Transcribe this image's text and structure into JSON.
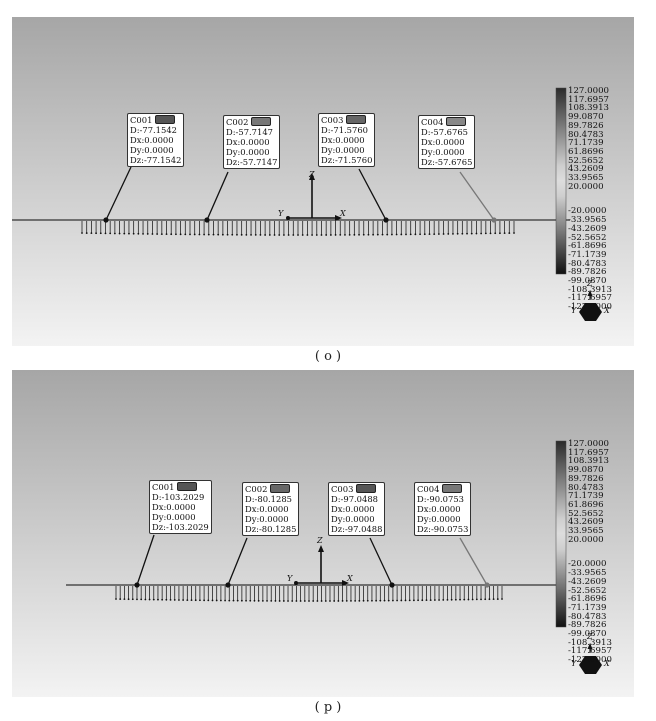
{
  "panels": [
    {
      "id": "o",
      "caption": "( o )",
      "axes": {
        "z": "Z",
        "y": "Y",
        "x": "X"
      },
      "triad": {
        "z": "Z",
        "y": "Y",
        "x": "X"
      },
      "callouts": [
        {
          "id": "C001",
          "swatch": "#555555",
          "d": "D:-77.1542",
          "dx": "Dx:0.0000",
          "dy": "Dy:0.0000",
          "dz": "Dz:-77.1542"
        },
        {
          "id": "C002",
          "swatch": "#777777",
          "d": "D:-57.7147",
          "dx": "Dx:0.0000",
          "dy": "Dy:0.0000",
          "dz": "Dz:-57.7147"
        },
        {
          "id": "C003",
          "swatch": "#666666",
          "d": "D:-71.5760",
          "dx": "Dx:0.0000",
          "dy": "Dy:0.0000",
          "dz": "Dz:-71.5760"
        },
        {
          "id": "C004",
          "swatch": "#888888",
          "d": "D:-57.6765",
          "dx": "Dx:0.0000",
          "dy": "Dy:0.0000",
          "dz": "Dz:-57.6765"
        }
      ],
      "legend": [
        "127.0000",
        "117.6957",
        "108.3913",
        "99.0870",
        "89.7826",
        "80.4783",
        "71.1739",
        "61.8696",
        "52.5652",
        "43.2609",
        "33.9565",
        "20.0000",
        "-20.0000",
        "-33.9565",
        "-43.2609",
        "-52.5652",
        "-61.8696",
        "-71.1739",
        "-80.4783",
        "-89.7826",
        "-99.0870",
        "-108.3913",
        "-117.6957",
        "-127.0000"
      ]
    },
    {
      "id": "p",
      "caption": "( p )",
      "axes": {
        "z": "Z",
        "y": "Y",
        "x": "X"
      },
      "triad": {
        "z": "Z",
        "y": "Y",
        "x": "X"
      },
      "callouts": [
        {
          "id": "C001",
          "swatch": "#555555",
          "d": "D:-103.2029",
          "dx": "Dx:0.0000",
          "dy": "Dy:0.0000",
          "dz": "Dz:-103.2029"
        },
        {
          "id": "C002",
          "swatch": "#666666",
          "d": "D:-80.1285",
          "dx": "Dx:0.0000",
          "dy": "Dy:0.0000",
          "dz": "Dz:-80.1285"
        },
        {
          "id": "C003",
          "swatch": "#555555",
          "d": "D:-97.0488",
          "dx": "Dx:0.0000",
          "dy": "Dy:0.0000",
          "dz": "Dz:-97.0488"
        },
        {
          "id": "C004",
          "swatch": "#777777",
          "d": "D:-90.0753",
          "dx": "Dx:0.0000",
          "dy": "Dy:0.0000",
          "dz": "Dz:-90.0753"
        }
      ],
      "legend": [
        "127.0000",
        "117.6957",
        "108.3913",
        "99.0870",
        "89.7826",
        "80.4783",
        "71.1739",
        "61.8696",
        "52.5652",
        "43.2609",
        "33.9565",
        "20.0000",
        "-20.0000",
        "-33.9565",
        "-43.2609",
        "-52.5652",
        "-61.8696",
        "-71.1739",
        "-80.4783",
        "-89.7826",
        "-99.0870",
        "-108.3913",
        "-117.6957",
        "-127.0000"
      ]
    }
  ]
}
